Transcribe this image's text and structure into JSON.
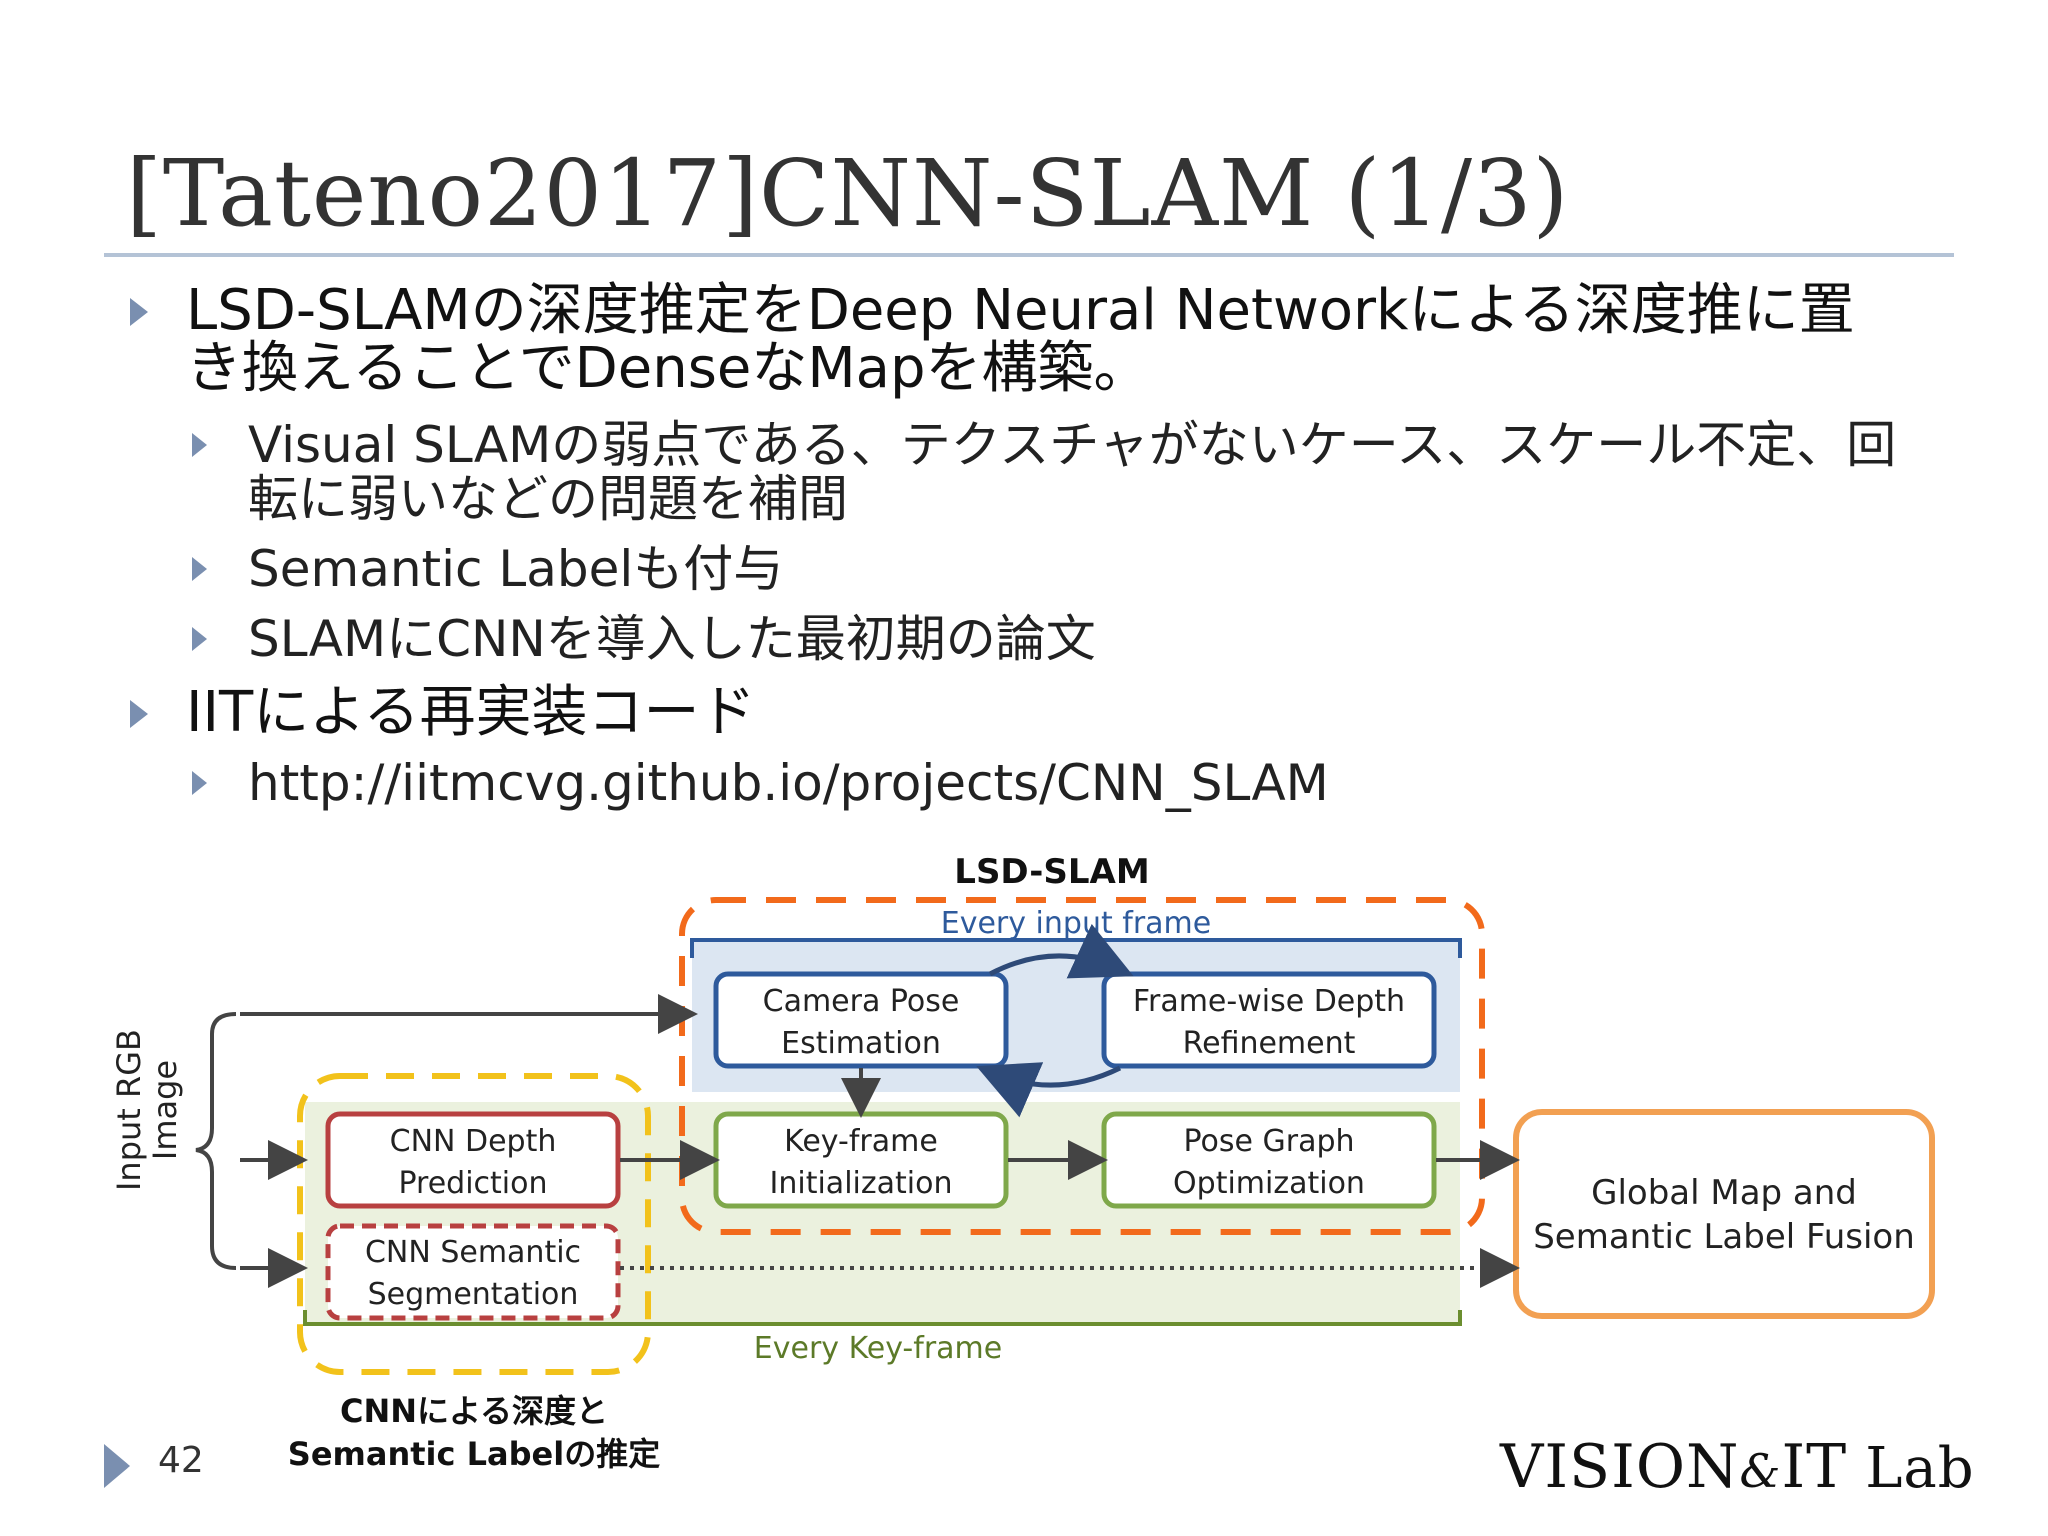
{
  "slide": {
    "title": "[Tateno2017]CNN-SLAM (1/3)",
    "bullets": [
      {
        "line1": "LSD-SLAMの深度推定をDeep Neural Networkによる深度推に置",
        "line2": "き換えることでDenseなMapを構築。"
      },
      {
        "line1": "IITによる再実装コード"
      }
    ],
    "subbullets": [
      {
        "line1": "Visual SLAMの弱点である、テクスチャがないケース、スケール不定、回",
        "line2": "転に弱いなどの問題を補間"
      },
      {
        "line1": "Semantic Labelも付与"
      },
      {
        "line1": "SLAMにCNNを導入した最初期の論文"
      },
      {
        "line1": "http://iitmcvg.github.io/projects/CNN_SLAM"
      }
    ],
    "page_number": "42",
    "logo": {
      "main": "VISION",
      "amp": "&",
      "it": "IT",
      "lab": "Lab"
    }
  },
  "diagram": {
    "lsd_label": "LSD-SLAM",
    "every_input_frame": "Every input frame",
    "every_key_frame": "Every Key-frame",
    "input_label_1": "Input RGB",
    "input_label_2": "Image",
    "camera_pose": [
      "Camera Pose",
      "Estimation"
    ],
    "frame_depth": [
      "Frame-wise Depth",
      "Refinement"
    ],
    "cnn_depth": [
      "CNN Depth",
      "Prediction"
    ],
    "cnn_semantic": [
      "CNN Semantic",
      "Segmentation"
    ],
    "keyframe_init": [
      "Key-frame",
      "Initialization"
    ],
    "pose_graph": [
      "Pose Graph",
      "Optimization"
    ],
    "global_map": [
      "Global Map and",
      "Semantic Label Fusion"
    ],
    "cnn_caption": [
      "CNNによる深度と",
      "Semantic Labelの推定"
    ],
    "colors": {
      "blue_box": "#2e5a9c",
      "green_box": "#7fa84a",
      "red_box": "#b84040",
      "orange_dash": "#f26a1b",
      "yellow_dash": "#f2c21b",
      "orange_box": "#f2a052",
      "blue_region": "#dce6f2",
      "green_region": "#ebf1de"
    }
  }
}
